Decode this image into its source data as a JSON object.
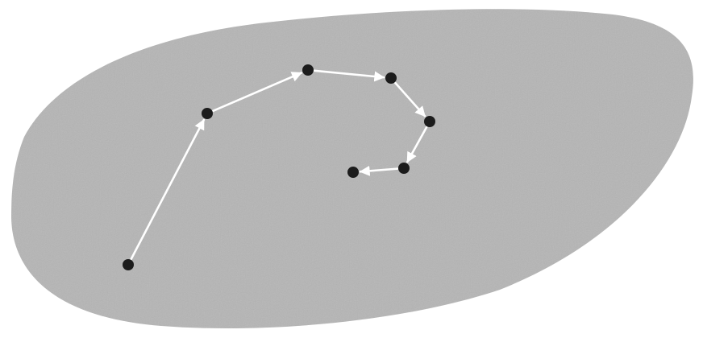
{
  "diagram": {
    "type": "iterative-path-in-region",
    "region": {
      "shape": "rounded-blob",
      "fill": "#b5b5b5"
    },
    "points": {
      "count": 7,
      "color": "#1c1c1c"
    },
    "steps": {
      "count": 6,
      "arrow_color": "#ffffff"
    },
    "step_size_trend": "decreasing"
  }
}
